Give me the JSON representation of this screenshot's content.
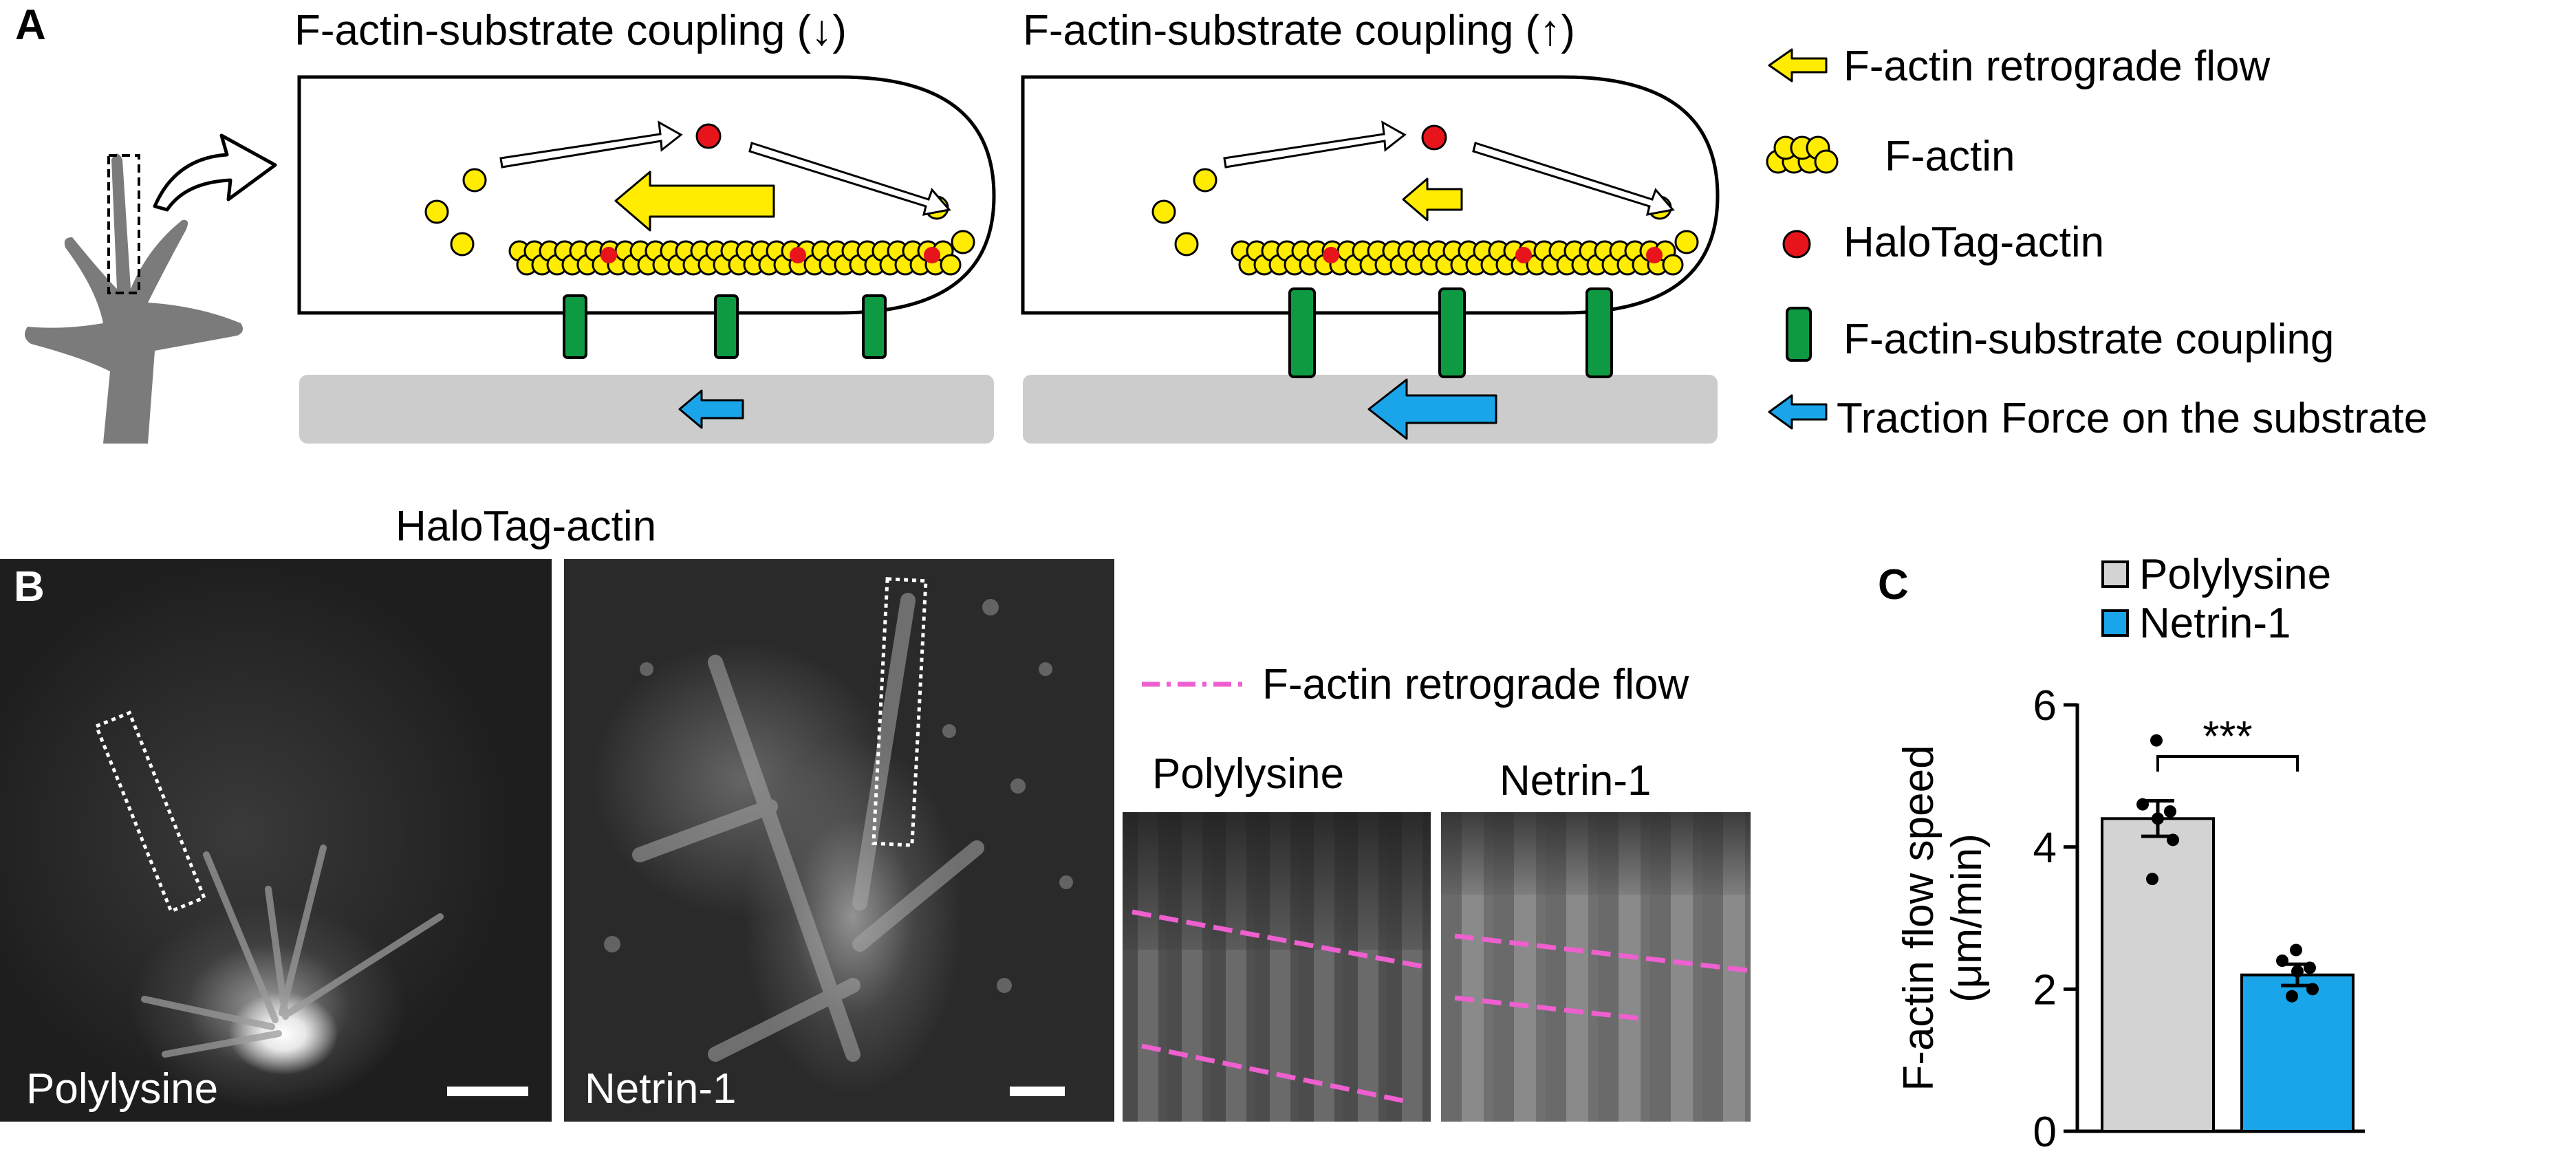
{
  "panels": {
    "a": "A",
    "b": "B",
    "c": "C"
  },
  "panel_a": {
    "left_title": "F-actin-substrate coupling (↓)",
    "right_title": "F-actin-substrate coupling (↑)",
    "legend": [
      {
        "label": "F-actin retrograde flow",
        "icon": "yellow-arrow-icon"
      },
      {
        "label": "F-actin",
        "icon": "actin-cluster-icon"
      },
      {
        "label": "HaloTag-actin",
        "icon": "red-dot-icon"
      },
      {
        "label": "F-actin-substrate coupling",
        "icon": "green-bar-icon"
      },
      {
        "label": "Traction Force on the substrate",
        "icon": "blue-arrow-icon"
      }
    ],
    "colors": {
      "actin": "#ffec00",
      "halotag": "#e8141c",
      "coupling": "#0e9a43",
      "traction": "#1aa5ea",
      "substrate": "#cccccc"
    }
  },
  "panel_b": {
    "header": "HaloTag-actin",
    "image_left_label": "Polylysine",
    "image_right_label": "Netrin-1",
    "kymo_legend": "F-actin retrograde flow",
    "kymo_left_title": "Polylysine",
    "kymo_right_title": "Netrin-1",
    "flow_line_color": "#ee5fcf"
  },
  "chart_data": {
    "type": "bar",
    "categories": [
      "Polylysine",
      "Netrin-1"
    ],
    "values": [
      4.4,
      2.2
    ],
    "errors": [
      0.25,
      0.15
    ],
    "points": [
      [
        5.5,
        4.6,
        4.5,
        4.4,
        4.1,
        3.55
      ],
      [
        2.55,
        2.4,
        2.3,
        2.25,
        2.0,
        1.9
      ]
    ],
    "colors": [
      "#d3d3d3",
      "#1aa5ea"
    ],
    "legend": [
      "Polylysine",
      "Netrin-1"
    ],
    "ylabel_line1": "F-actin flow speed",
    "ylabel_line2": "(μm/min)",
    "yticks": [
      "0",
      "2",
      "4",
      "6"
    ],
    "ylim": [
      0,
      6
    ],
    "significance": "***"
  }
}
